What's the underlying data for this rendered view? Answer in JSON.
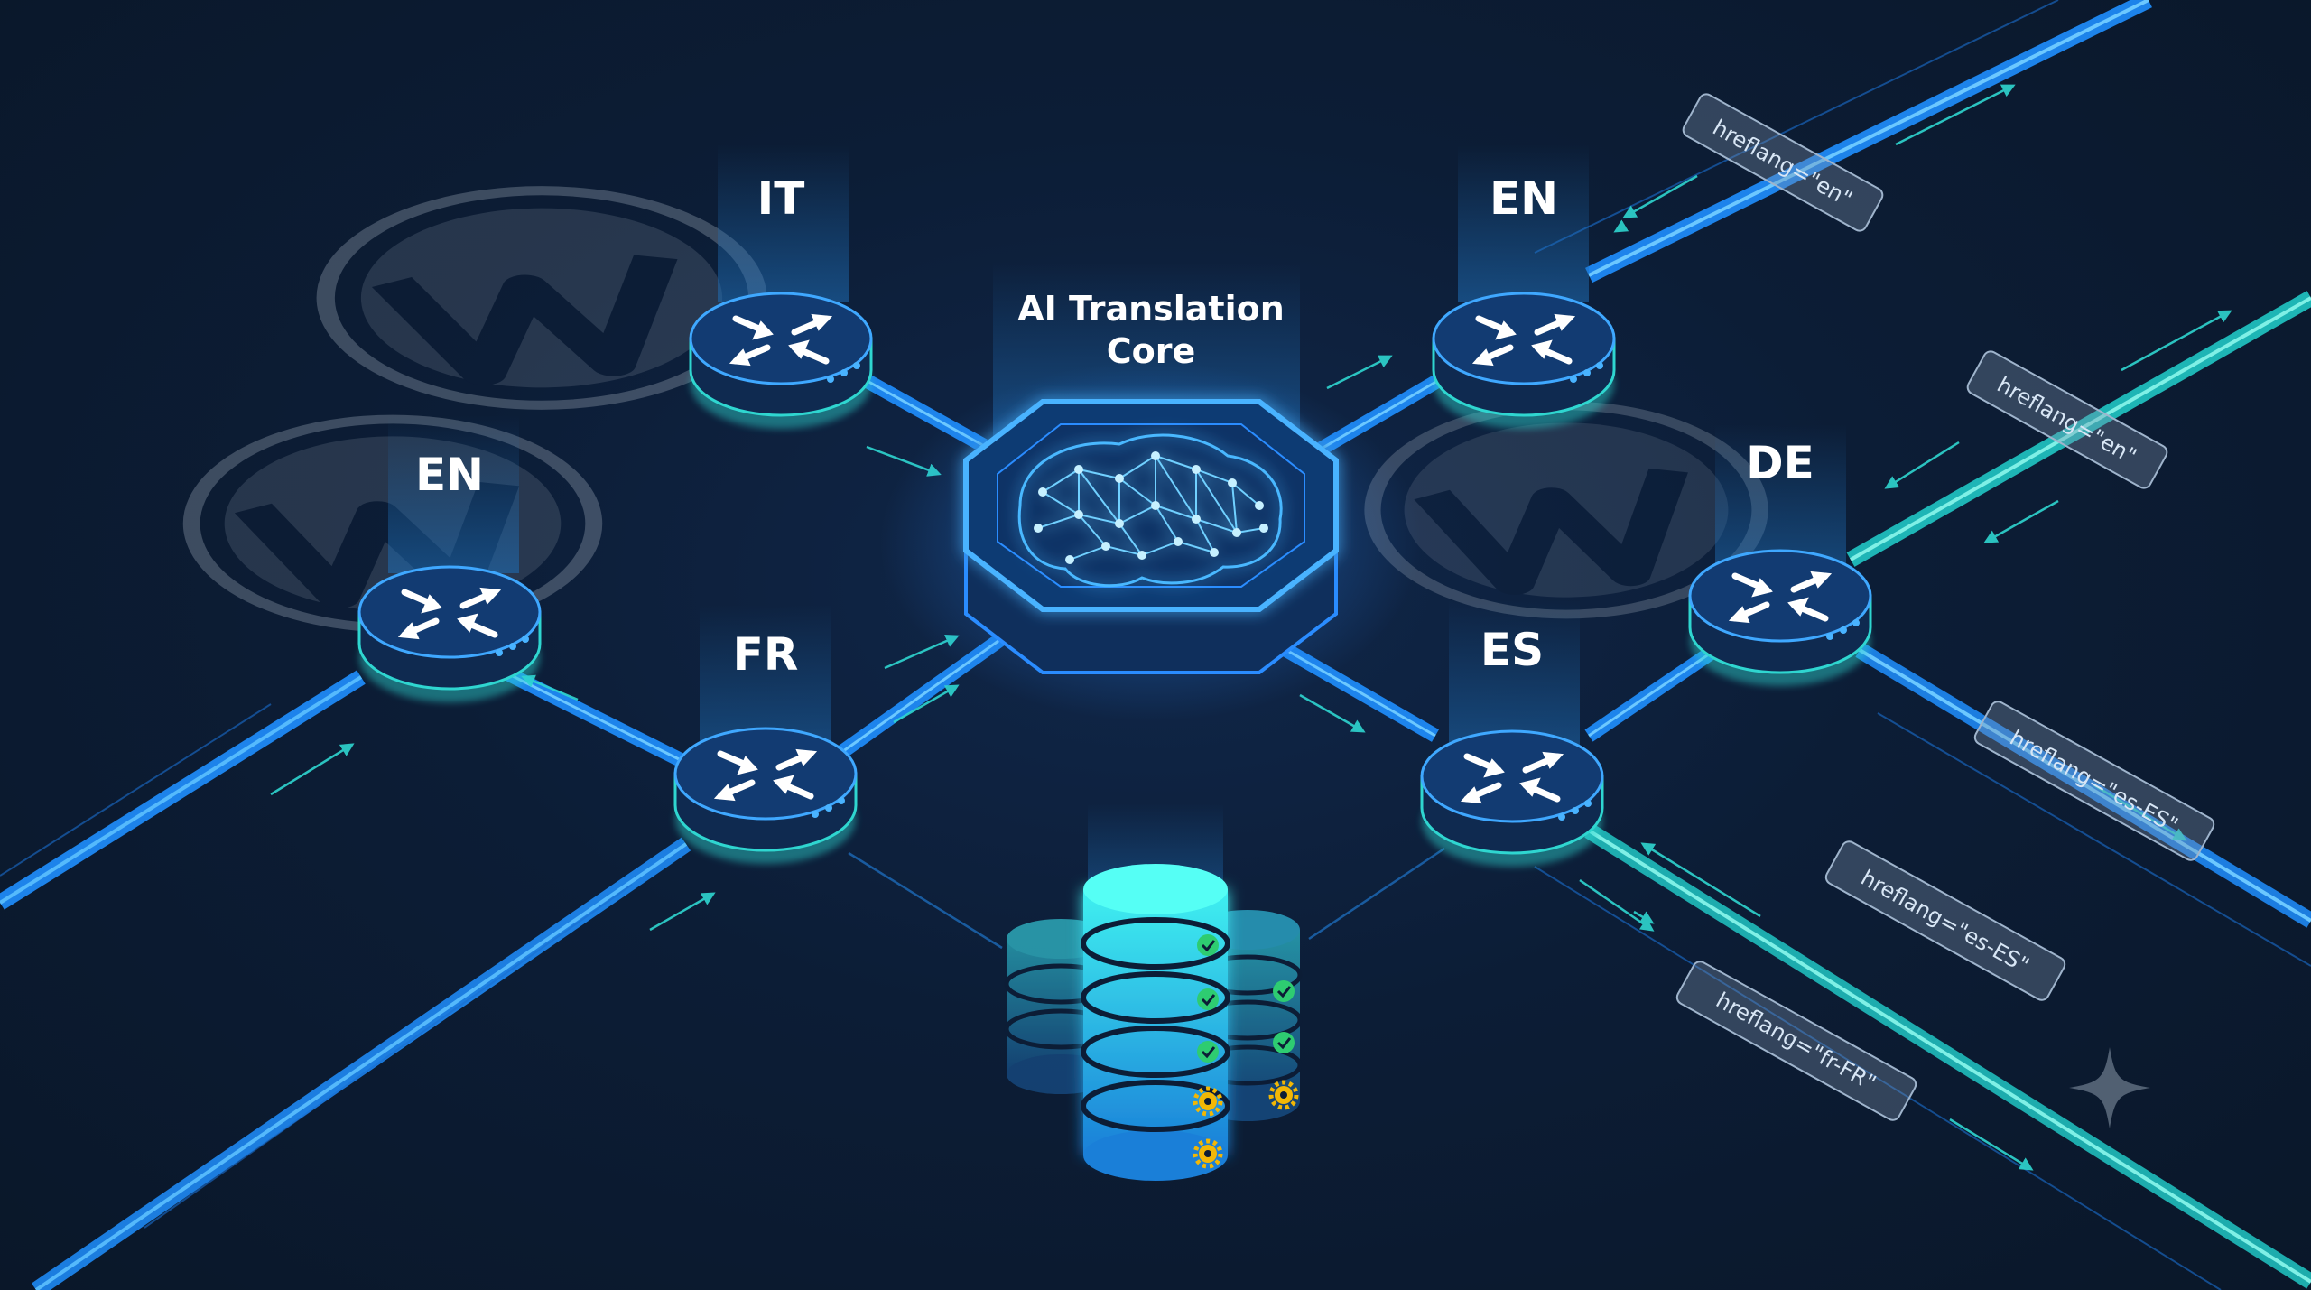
{
  "core": {
    "line1": "AI Translation",
    "line2": "Core"
  },
  "nodes": [
    {
      "id": "it",
      "label": "IT"
    },
    {
      "id": "en-l",
      "label": "EN"
    },
    {
      "id": "fr",
      "label": "FR"
    },
    {
      "id": "en-r",
      "label": "EN"
    },
    {
      "id": "de",
      "label": "DE"
    },
    {
      "id": "es",
      "label": "ES"
    }
  ],
  "tags": [
    {
      "text": "hreflang=\"en\""
    },
    {
      "text": "hreflang=\"en\""
    },
    {
      "text": "hreflang=\"es-ES\""
    },
    {
      "text": "hreflang=\"es-ES\""
    },
    {
      "text": "hreflang=\"fr-FR\""
    }
  ],
  "icons": {
    "router": "arrows-converge-icon",
    "logo": "wordpress-logo",
    "brain": "neural-brain-icon",
    "database": "database-icon",
    "check": "check-icon",
    "gear": "gear-icon",
    "sparkle": "sparkle-icon"
  },
  "colors": {
    "background": "#0b1a30",
    "beam": "#1f8fff",
    "teal": "#2fd6d0",
    "glow": "#3ba0ff",
    "check": "#2ecc71",
    "gear": "#f2b705"
  }
}
